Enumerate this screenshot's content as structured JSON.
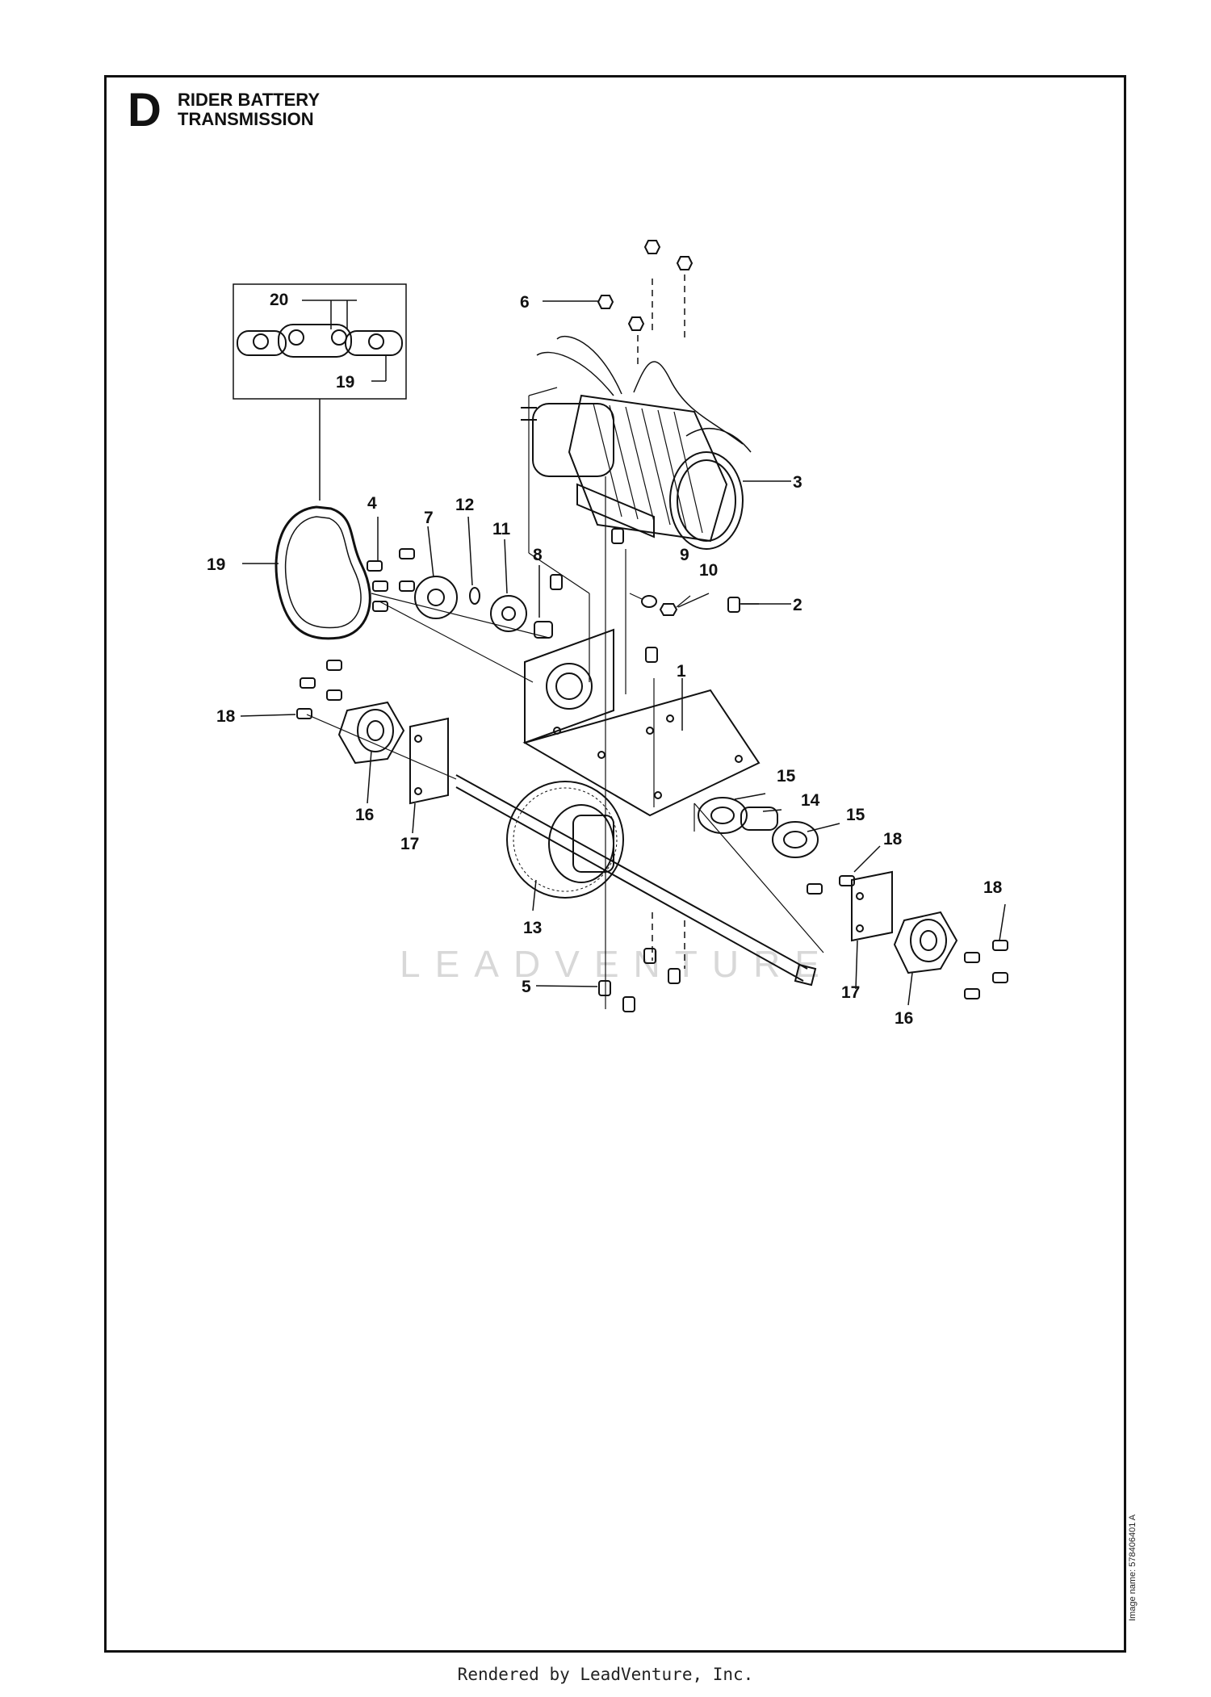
{
  "header": {
    "section_letter": "D",
    "title_line1": "RIDER BATTERY",
    "title_line2": "TRANSMISSION"
  },
  "callouts": [
    {
      "id": "c1",
      "label": "1"
    },
    {
      "id": "c2",
      "label": "2"
    },
    {
      "id": "c3",
      "label": "3"
    },
    {
      "id": "c4",
      "label": "4"
    },
    {
      "id": "c5",
      "label": "5"
    },
    {
      "id": "c6",
      "label": "6"
    },
    {
      "id": "c7",
      "label": "7"
    },
    {
      "id": "c8",
      "label": "8"
    },
    {
      "id": "c9",
      "label": "9"
    },
    {
      "id": "c10",
      "label": "10"
    },
    {
      "id": "c11",
      "label": "11"
    },
    {
      "id": "c12",
      "label": "12"
    },
    {
      "id": "c13",
      "label": "13"
    },
    {
      "id": "c14",
      "label": "14"
    },
    {
      "id": "c15a",
      "label": "15"
    },
    {
      "id": "c15b",
      "label": "15"
    },
    {
      "id": "c16a",
      "label": "16"
    },
    {
      "id": "c16b",
      "label": "16"
    },
    {
      "id": "c17a",
      "label": "17"
    },
    {
      "id": "c17b",
      "label": "17"
    },
    {
      "id": "c18a",
      "label": "18"
    },
    {
      "id": "c18b",
      "label": "18"
    },
    {
      "id": "c18c",
      "label": "18"
    },
    {
      "id": "c19a",
      "label": "19"
    },
    {
      "id": "c19b",
      "label": "19"
    },
    {
      "id": "c20",
      "label": "20"
    }
  ],
  "watermark": "LEADVENTURE",
  "image_name": "Image name: 578406401 A",
  "footer": "Rendered by LeadVenture, Inc."
}
